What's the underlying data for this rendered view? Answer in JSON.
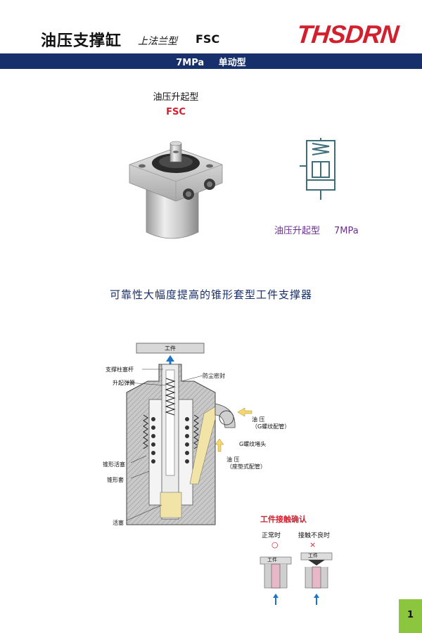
{
  "header": {
    "title": "油压支撑缸",
    "subtitle": "上法兰型",
    "model": "FSC",
    "brand": "THSDRN"
  },
  "bar": {
    "pressure": "7MPa",
    "type": "单动型"
  },
  "product": {
    "name": "油压升起型",
    "code": "FSC"
  },
  "symbol": {
    "caption": "油压升起型",
    "pressure": "7MPa"
  },
  "headline": "可靠性大幅度提高的锥形套型工件支撑器",
  "diagram": {
    "workpiece": "工件",
    "support_rod": "支撑柱塞杆",
    "lift_spring": "升起弹簧",
    "dust_seal": "防尘密封",
    "oil_pressure_1": "油 压",
    "oil_pressure_1_note": "（G螺纹配管）",
    "g_plug": "G螺纹堵头",
    "oil_pressure_2": "油 压",
    "oil_pressure_2_note": "（座垫式配管）",
    "cone_piston": "锥形活塞",
    "cone_sleeve": "锥形套",
    "piston": "活塞"
  },
  "contact": {
    "title": "工件接触确认",
    "normal": "正常时",
    "bad": "接触不良时",
    "normal_mark": "○",
    "bad_mark": "×",
    "workpiece": "工件"
  },
  "page_number": "1",
  "colors": {
    "brand_red": "#d3202f",
    "bar_navy": "#17306b",
    "caption_purple": "#6b2f8f",
    "page_green": "#8cc63f",
    "symbol_teal": "#3d6e7a"
  }
}
